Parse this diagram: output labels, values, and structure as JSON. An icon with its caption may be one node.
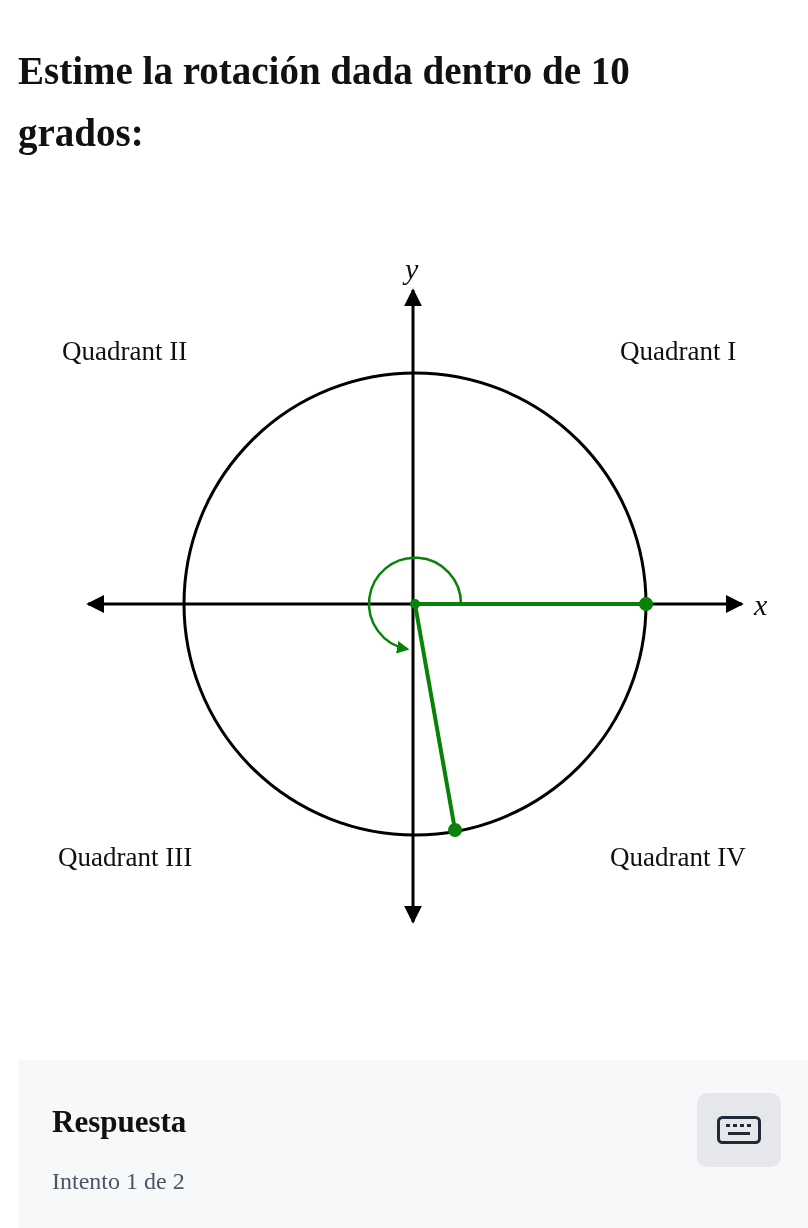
{
  "diagram": {
    "title": "Estime la rotación dada dentro de 10 grados:",
    "labels": [
      "y",
      "Quadrant II",
      "Quadrant I",
      "x",
      "Quadrant III",
      "Quadrant IV",
      "Respuesta",
      "Intento 1 de 2"
    ]
  }
}
